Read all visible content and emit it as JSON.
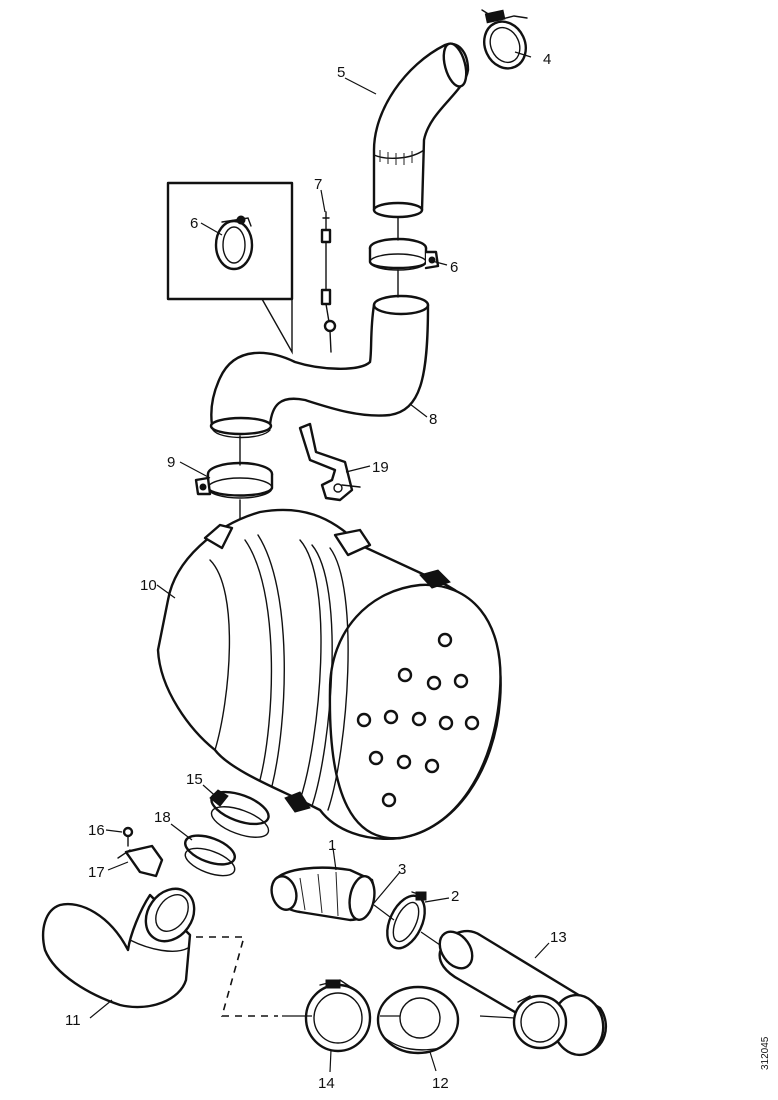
{
  "callouts": {
    "c1": "1",
    "c2": "2",
    "c3": "3",
    "c4": "4",
    "c5": "5",
    "c6a": "6",
    "c6b": "6",
    "c7": "7",
    "c8": "8",
    "c9": "9",
    "c10": "10",
    "c11": "11",
    "c12": "12",
    "c13": "13",
    "c14": "14",
    "c15": "15",
    "c16": "16",
    "c17": "17",
    "c18": "18",
    "c19": "19"
  },
  "document_id": "312045"
}
